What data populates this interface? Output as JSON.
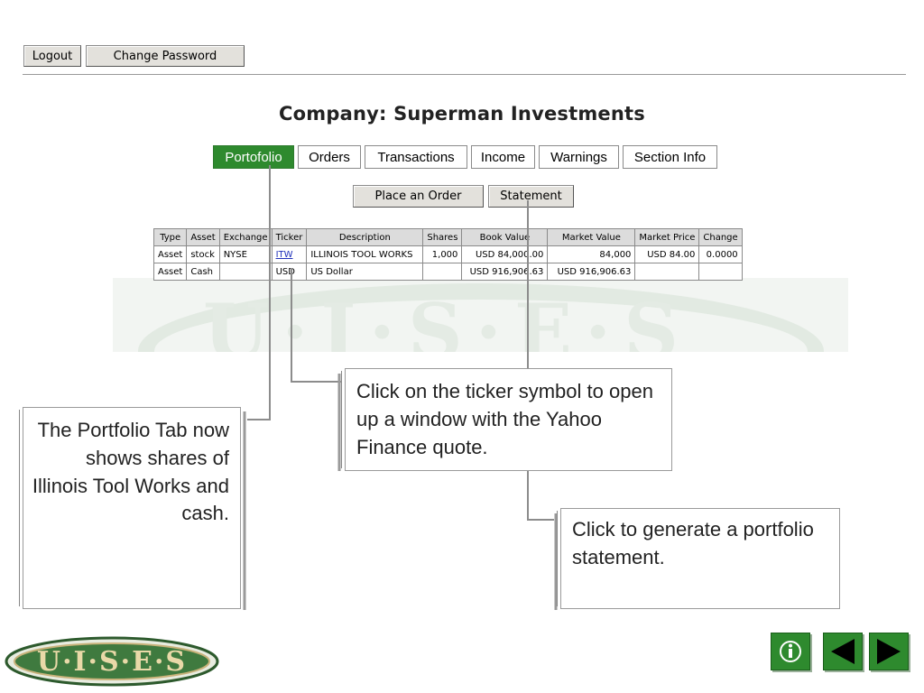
{
  "top_buttons": {
    "logout": "Logout",
    "change_password": "Change Password"
  },
  "company_title": "Company: Superman Investments",
  "tabs": [
    "Portofolio",
    "Orders",
    "Transactions",
    "Income",
    "Warnings",
    "Section Info"
  ],
  "active_tab_index": 0,
  "actions": {
    "place_order": "Place an Order",
    "statement": "Statement"
  },
  "table": {
    "headers": [
      "Type",
      "Asset",
      "Exchange",
      "Ticker",
      "Description",
      "Shares",
      "Book Value",
      "Market Value",
      "Market Price",
      "Change"
    ],
    "rows": [
      [
        "Asset",
        "stock",
        "NYSE",
        "ITW",
        "ILLINOIS TOOL WORKS",
        "1,000",
        "USD 84,000.00",
        "84,000",
        "USD 84.00",
        "0.0000"
      ],
      [
        "Asset",
        "Cash",
        "",
        "USD",
        "US Dollar",
        "",
        "USD 916,906.63",
        "USD 916,906.63",
        "",
        ""
      ]
    ]
  },
  "callouts": {
    "portfolio": "The Portfolio Tab now shows shares of Illinois Tool Works and cash.",
    "ticker": "Click on the ticker symbol to open up a window with the Yahoo Finance quote.",
    "statement": "Click to generate a portfolio statement."
  },
  "logo_text": "U·I·S·E·S",
  "colors": {
    "accent_green": "#2e8a2e",
    "callout_line": "#888888"
  },
  "nav_icons": [
    "info-icon",
    "back-arrow-icon",
    "forward-arrow-icon"
  ]
}
